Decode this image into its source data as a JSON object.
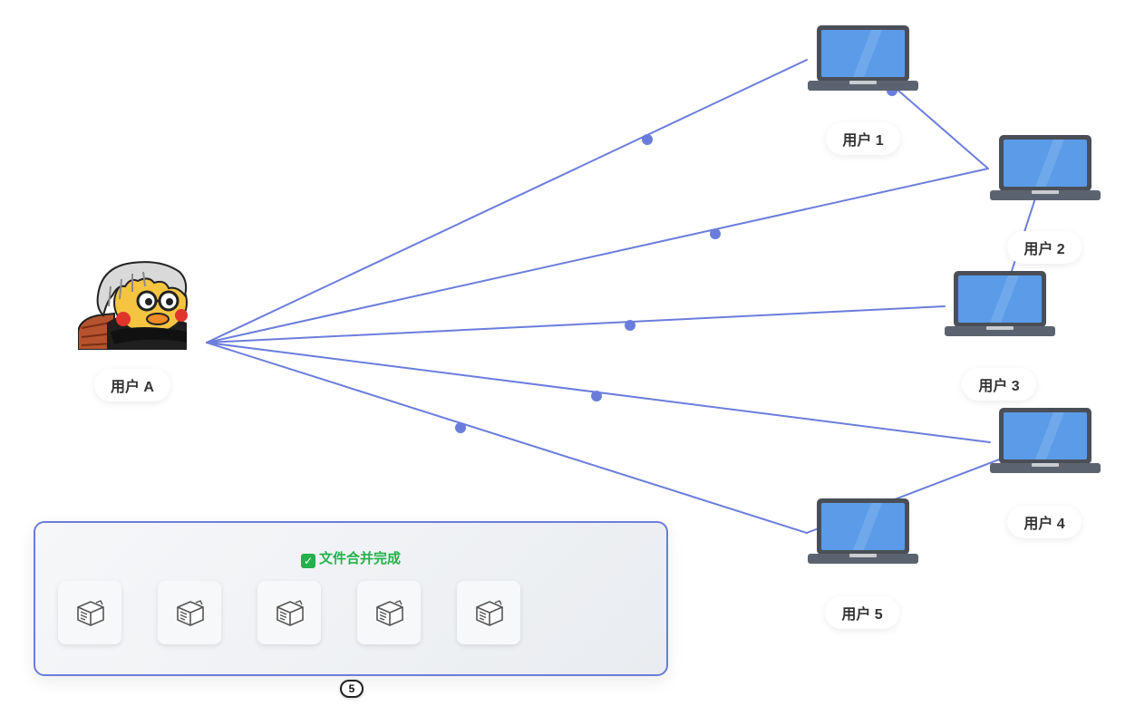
{
  "users": {
    "a_label": "用户 A",
    "laptop_labels": [
      "用户 1",
      "用户 2",
      "用户 3",
      "用户 4",
      "用户 5"
    ]
  },
  "panel": {
    "status_text": "文件合并完成",
    "status_icon": "check-icon",
    "file_count": 5,
    "badge": "5"
  },
  "colors": {
    "link": "#6b7ddc",
    "dot": "#6b7ddc",
    "status": "#22b14c",
    "screen": "#5b9be8",
    "laptop_body": "#5c6370"
  }
}
